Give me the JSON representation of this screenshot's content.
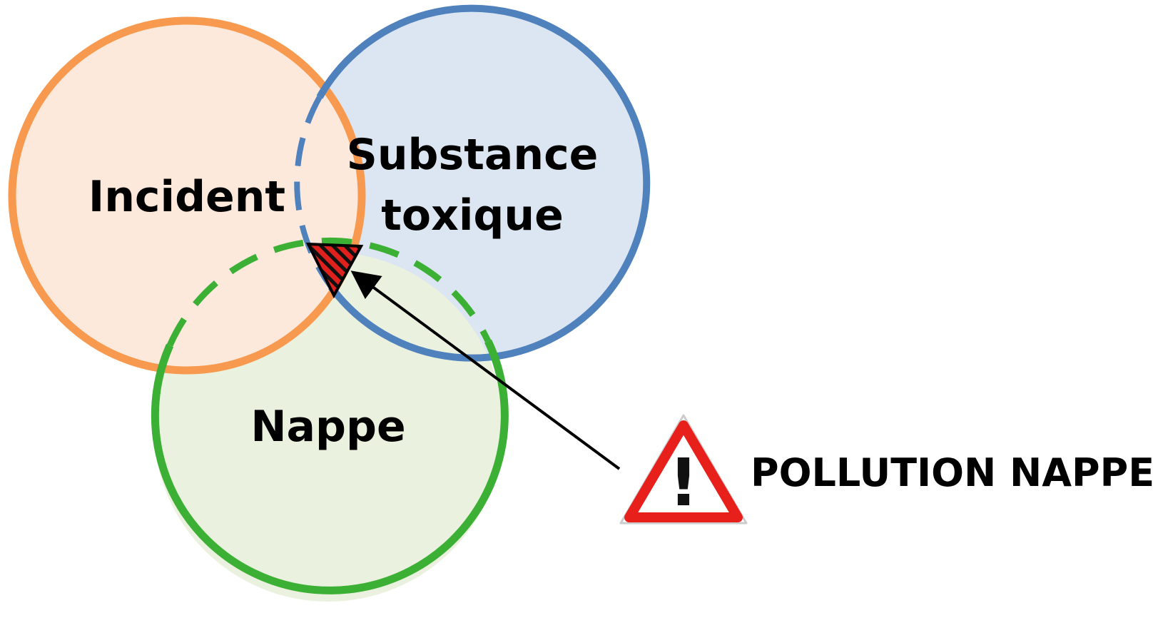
{
  "diagram": {
    "circles": {
      "incident": {
        "label": "Incident",
        "stroke_color": "#f79a4f",
        "fill_color": "#fde9dc"
      },
      "substance": {
        "label_line1": "Substance",
        "label_line2": "toxique",
        "stroke_color": "#4f81bd",
        "fill_color": "#dce6f2"
      },
      "nappe": {
        "label": "Nappe",
        "stroke_color": "#3cb034",
        "fill_color": "#ebf1df"
      }
    },
    "intersection_marker": {
      "fill_color": "#e0201c",
      "hatch_color": "#111111"
    },
    "warning": {
      "icon": "warning-triangle-icon",
      "text": "POLLUTION NAPPE!",
      "border_color": "#e8201c",
      "symbol": "!"
    }
  }
}
